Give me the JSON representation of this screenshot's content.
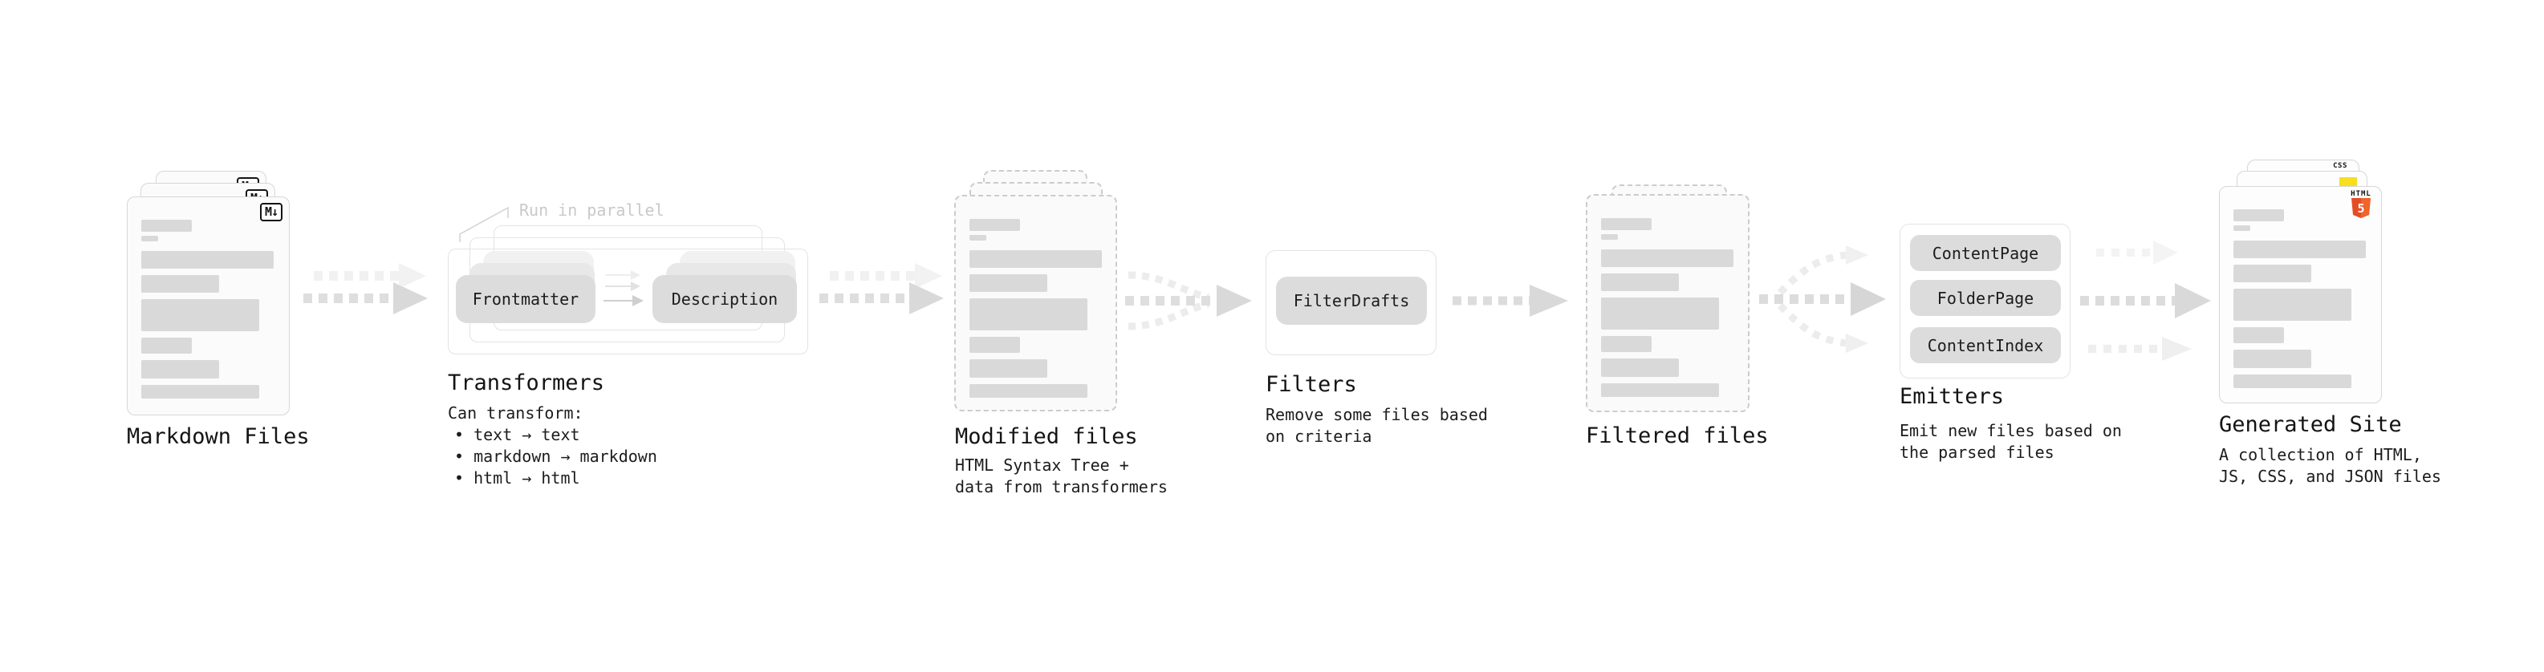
{
  "stages": {
    "markdown_files": {
      "label": "Markdown Files",
      "badge": "M↓",
      "file_count": 3
    },
    "transformers": {
      "label": "Transformers",
      "callout": "Run in parallel",
      "pills": [
        "Frontmatter",
        "Description"
      ],
      "description_title": "Can transform:",
      "bullets": [
        "• text → text",
        "• markdown → markdown",
        "• html → html"
      ]
    },
    "modified_files": {
      "label": "Modified files",
      "description_lines": [
        "HTML Syntax Tree +",
        "data from transformers"
      ],
      "file_count": 3
    },
    "filters": {
      "label": "Filters",
      "pills": [
        "FilterDrafts"
      ],
      "description_lines": [
        "Remove some files based",
        "on criteria"
      ]
    },
    "filtered_files": {
      "label": "Filtered files",
      "file_count": 2
    },
    "emitters": {
      "label": "Emitters",
      "pills": [
        "ContentPage",
        "FolderPage",
        "ContentIndex"
      ],
      "description_lines": [
        "Emit new files based on",
        "the parsed files"
      ]
    },
    "generated_site": {
      "label": "Generated Site",
      "description_lines": [
        "A collection of HTML,",
        "JS, CSS, and JSON files"
      ],
      "badges": {
        "css": "CSS",
        "html": "HTML",
        "html5_number": "5"
      },
      "file_count": 3
    }
  },
  "colors": {
    "html5_orange": "#e44d26",
    "html5_orange_light": "#ef652a",
    "js_yellow": "#f7df1e",
    "css_blue": "#2f6bf2",
    "pill_gray": "#dcdcdc",
    "bar_gray": "#d9d9d9",
    "arrow_gray": "#d9d9d9",
    "callout_gray": "#c9c9c9"
  }
}
